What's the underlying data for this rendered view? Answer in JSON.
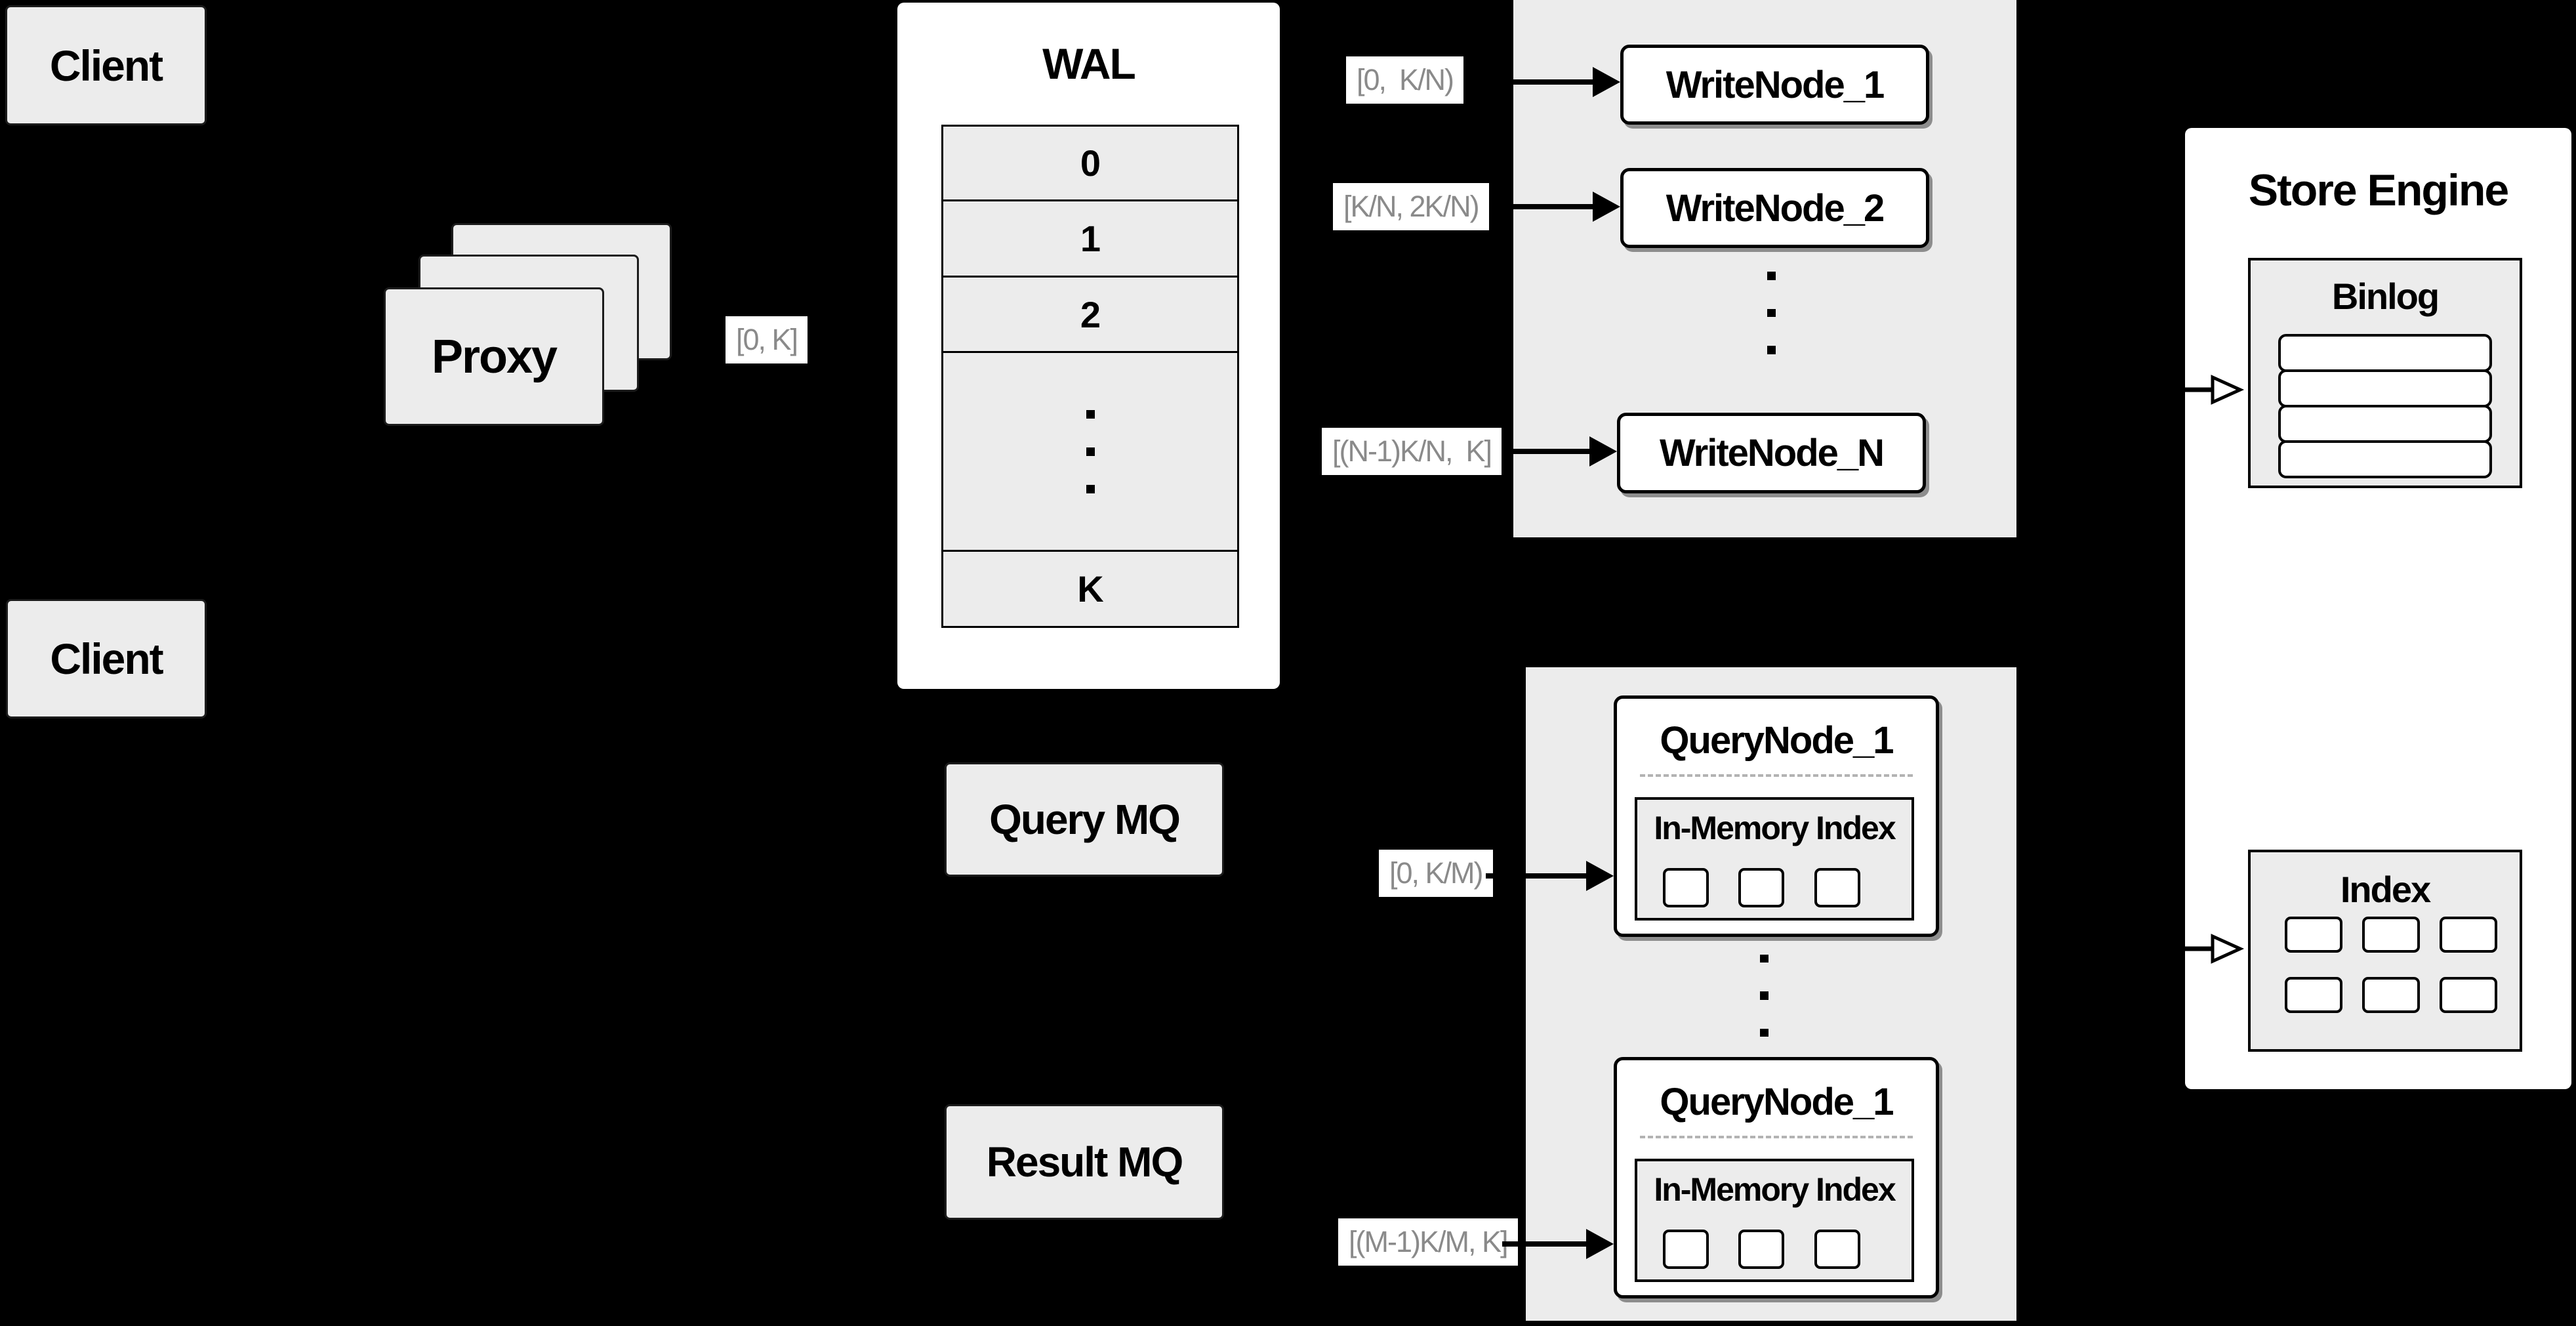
{
  "colors": {
    "background": "#000000",
    "panel_gray": "#ececec",
    "node_fill": "#ffffff",
    "border": "#000000",
    "range_label_text": "#8a8a8a"
  },
  "clients": {
    "top_label": "Client",
    "bottom_label": "Client"
  },
  "proxy": {
    "label": "Proxy",
    "range_label": "[0, K]"
  },
  "wal": {
    "title": "WAL",
    "segments": [
      "0",
      "1",
      "2"
    ],
    "last_segment": "K"
  },
  "write_section": {
    "nodes": [
      {
        "name": "WriteNode_1",
        "range": "[0,  K/N)"
      },
      {
        "name": "WriteNode_2",
        "range": "[K/N, 2K/N)"
      },
      {
        "name": "WriteNode_N",
        "range": "[(N-1)K/N,  K]"
      }
    ]
  },
  "mq": {
    "query_label": "Query MQ",
    "result_label": "Result MQ"
  },
  "query_section": {
    "nodes": [
      {
        "name": "QueryNode_1",
        "inner_title": "In-Memory Index",
        "range": "[0, K/M)"
      },
      {
        "name": "QueryNode_1",
        "inner_title": "In-Memory Index",
        "range": "[(M-1)K/M, K]"
      }
    ]
  },
  "store_engine": {
    "title": "Store Engine",
    "binlog_title": "Binlog",
    "index_title": "Index"
  }
}
